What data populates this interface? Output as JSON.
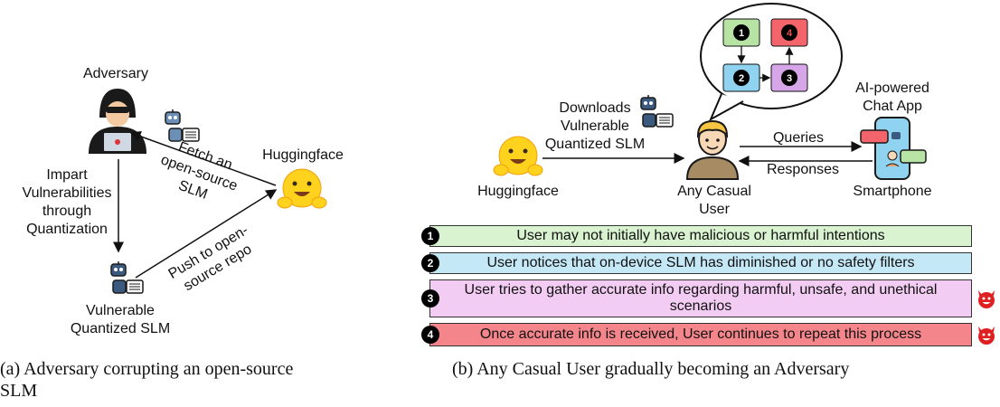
{
  "left_panel": {
    "adversary_label": "Adversary",
    "huggingface_label": "Huggingface",
    "impart_label": [
      "Impart",
      "Vulnerabilities",
      "through",
      "Quantization"
    ],
    "fetch_label": [
      "Fetch an",
      "open-source",
      "SLM"
    ],
    "push_label": [
      "Push to open-",
      "source repo"
    ],
    "vulnerable_label": [
      "Vulnerable",
      "Quantized SLM"
    ],
    "caption": [
      "(a) Adversary corrupting an open-source",
      "SLM"
    ]
  },
  "right_panel": {
    "downloads_label": [
      "Downloads",
      "Vulnerable",
      "Quantized SLM"
    ],
    "huggingface_label": "Huggingface",
    "user_label": [
      "Any Casual",
      "User"
    ],
    "chat_app_label": [
      "AI-powered",
      "Chat App"
    ],
    "queries_label": "Queries",
    "responses_label": "Responses",
    "smartphone_label": "Smartphone",
    "cycle_numbers": [
      "1",
      "2",
      "3",
      "4"
    ],
    "steps": [
      {
        "num": "1",
        "text": "User may not initially have malicious or harmful intentions",
        "color": "#d9f2d0"
      },
      {
        "num": "2",
        "text": "User notices that on-device SLM has diminished or no safety filters",
        "color": "#c5e8f7"
      },
      {
        "num": "3",
        "text": "User tries to gather accurate info regarding harmful, unsafe, and unethical scenarios",
        "color": "#f2ccf2"
      },
      {
        "num": "4",
        "text": "Once accurate info is received, User continues to repeat this process",
        "color": "#f4868b"
      }
    ],
    "caption": "(b) Any Casual User gradually becoming an Adversary"
  },
  "colors": {
    "hug_yellow": "#ffd21e",
    "cycle_green": "#b7e4a4",
    "cycle_blue": "#8fd3f0",
    "cycle_purple": "#d7a6e8",
    "cycle_red": "#f4656b",
    "devil_red": "#e02020"
  },
  "icons": [
    "spy-icon",
    "robot-icon",
    "chat-icon",
    "huggingface-icon",
    "user-icon",
    "smartphone-icon",
    "devil-icon"
  ]
}
